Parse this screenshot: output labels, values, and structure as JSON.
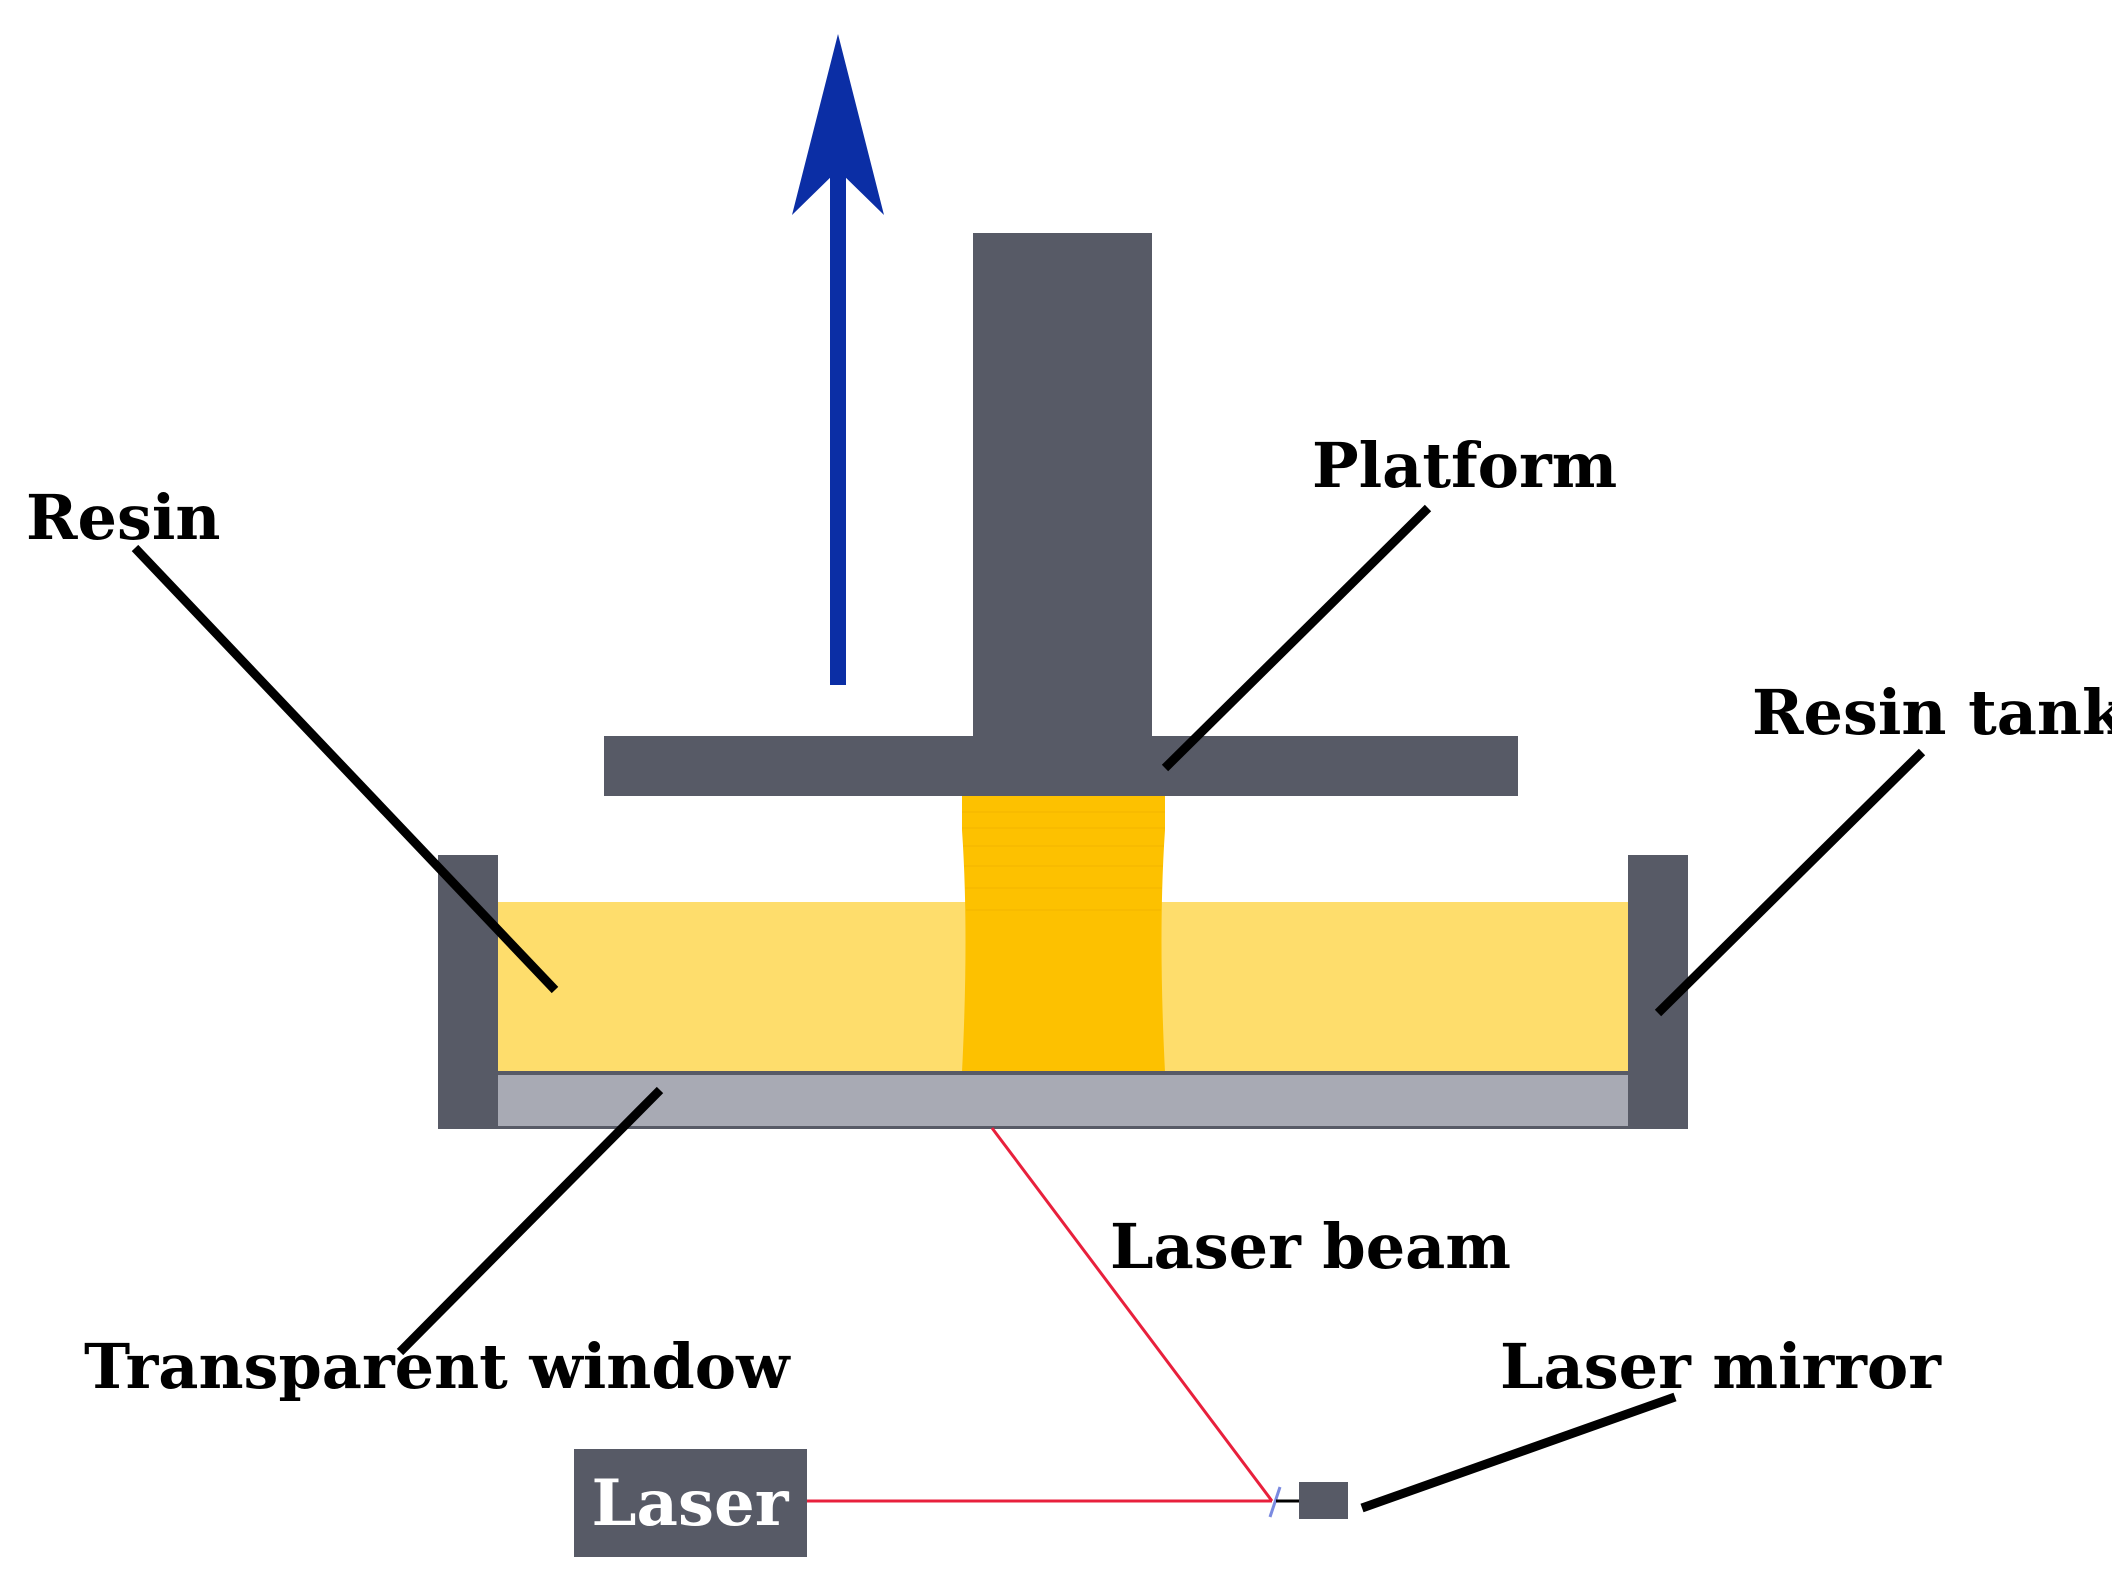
{
  "labels": {
    "resin": "Resin",
    "platform": "Platform",
    "resin_tank": "Resin tank",
    "laser_beam": "Laser beam",
    "transparent_window": "Transparent window",
    "laser_mirror": "Laser mirror",
    "laser": "Laser"
  },
  "colors": {
    "metal": "#575a66",
    "resin": "#fedd6c",
    "cured_part": "#fdc100",
    "window": "#a8aab4",
    "laser_beam": "#e8203c",
    "arrow": "#0b2ea5",
    "leader": "#000000",
    "background": "#ffffff"
  }
}
